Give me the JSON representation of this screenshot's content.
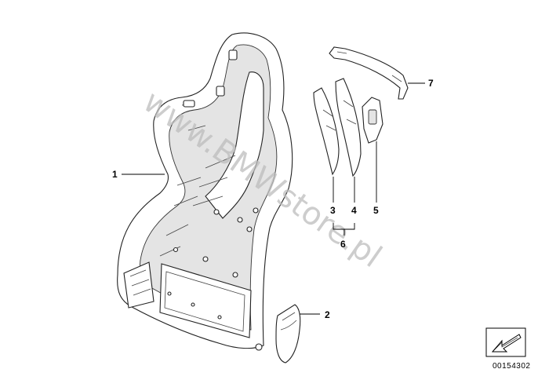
{
  "watermark": "www.BMWstore.pl",
  "callouts": [
    {
      "id": "1",
      "label": "1"
    },
    {
      "id": "2",
      "label": "2"
    },
    {
      "id": "3",
      "label": "3"
    },
    {
      "id": "4",
      "label": "4"
    },
    {
      "id": "5",
      "label": "5"
    },
    {
      "id": "6",
      "label": "6"
    },
    {
      "id": "7",
      "label": "7"
    }
  ],
  "diagram_ref": "00154302",
  "icons": {
    "direction_arrow": "arrow-icon"
  }
}
